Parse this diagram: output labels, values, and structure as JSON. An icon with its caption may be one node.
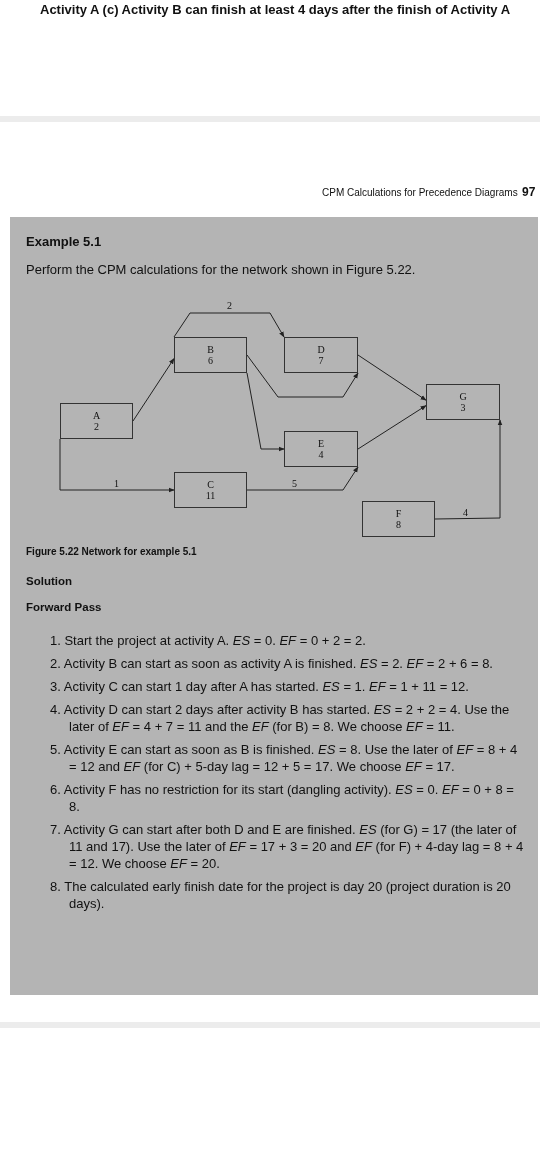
{
  "diagram": {
    "nodes": [
      {
        "text": [
          "A",
          "2"
        ]
      },
      {
        "text": [
          "B",
          "6"
        ]
      },
      {
        "text": [
          "C",
          "11"
        ]
      },
      {
        "text": [
          "D",
          "7"
        ]
      },
      {
        "text": [
          "E",
          "4"
        ]
      },
      {
        "text": [
          "F",
          "8"
        ]
      },
      {
        "text": [
          "G",
          "3"
        ]
      }
    ],
    "edges": [
      {
        "from": 0,
        "to": 1,
        "arrow": "to"
      },
      {
        "from": 0,
        "to": 2,
        "arrow": "to",
        "label": "1"
      },
      {
        "from": 1,
        "to": 3,
        "arrow": "to",
        "label": "2"
      },
      {
        "from": 1,
        "to": 3,
        "arrow": "to"
      },
      {
        "from": 1,
        "to": 4,
        "arrow": "to"
      },
      {
        "from": 2,
        "to": 4,
        "arrow": "to",
        "label": "5"
      },
      {
        "from": 3,
        "to": 6,
        "arrow": "to"
      },
      {
        "from": 4,
        "to": 6,
        "arrow": "to"
      },
      {
        "from": 5,
        "to": 6,
        "arrow": "to",
        "label": "4"
      }
    ],
    "labels": [
      "Activity A (c) Activity B can finish at least 4 days after the finish of Activity A",
      "CPM Calculations for Precedence Diagrams",
      "97",
      "Example 5.1",
      "Perform the CPM calculations for the network shown in Figure 5.22.",
      "Figure 5.22 Network for example 5.1",
      "Solution",
      "Forward Pass",
      "1. Start the project at activity A. *ES* = 0. *EF* = 0 + 2 = 2.",
      "2. Activity B can start as soon as activity A is finished. *ES* = 2. *EF* = 2 + 6 = 8.",
      "3. Activity C can start 1 day after A has started. *ES* = 1. *EF* = 1 + 11 = 12.",
      "4. Activity D can start 2 days after activity B has started. *ES* = 2 + 2 = 4. Use the later of *EF* = 4 + 7 = 11 and the *EF* (for B) = 8. We choose *EF* = 11.",
      "5. Activity E can start as soon as B is finished. *ES* = 8. Use the later of *EF* = 8 + 4 = 12 and *EF* (for C) + 5-day lag = 12 + 5 = 17. We choose *EF* = 17.",
      "6. Activity F has no restriction for its start (dangling activity). *ES* = 0. *EF* = 0 + 8 = 8.",
      "7. Activity G can start after both D and E are finished. *ES* (for G) = 17 (the later of 11 and 17). Use the later of *EF* = 17 + 3 = 20 and *EF* (for F) + 4-day lag = 8 + 4 = 12. We choose *EF* = 20.",
      "8. The calculated early finish date for the project is day 20 (project duration is 20 days)."
    ]
  }
}
